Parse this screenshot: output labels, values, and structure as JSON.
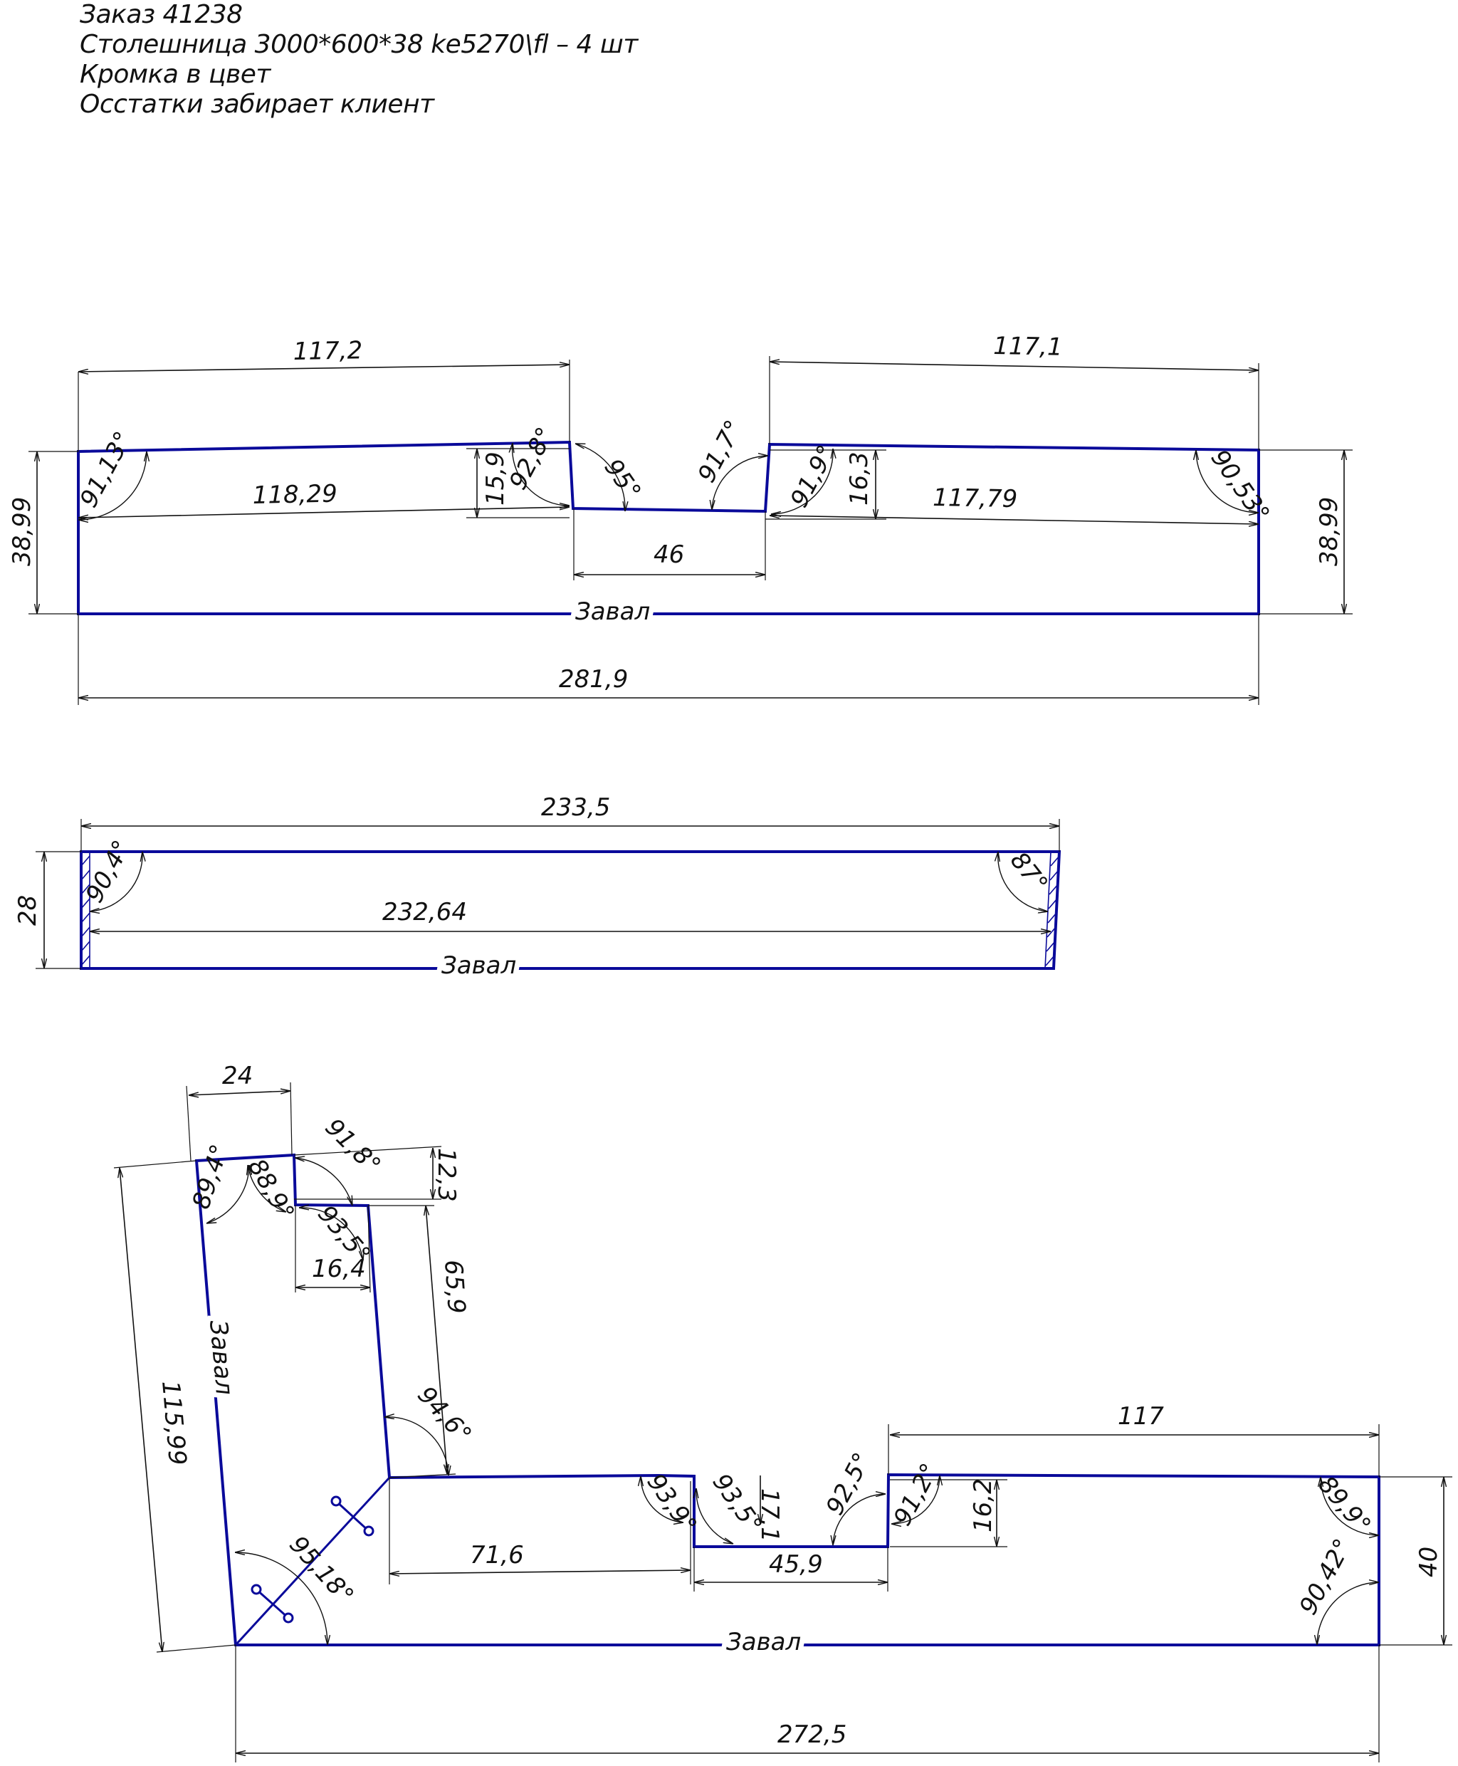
{
  "notes": [
    "Заказ 41238",
    "Столешница 3000*600*38 ke5270\\fl – 4 шт",
    "Кромка в цвет",
    "Осстатки забирает клиент"
  ],
  "edge_label": "Завал",
  "part1": {
    "dim_top_left": "117,2",
    "dim_top_right": "117,1",
    "dim_inner_left": "118,29",
    "dim_inner_right": "117,79",
    "dim_step_left": "15,9",
    "dim_step_right": "16,3",
    "dim_notch": "46",
    "dim_height_left": "38,99",
    "dim_height_right": "38,99",
    "dim_total": "281,9",
    "ang_left": "91,13°",
    "ang_step_left": "92,8°",
    "ang_notch_left": "95°",
    "ang_notch_right": "91,7°",
    "ang_step_right": "91,9°",
    "ang_right": "90,53°"
  },
  "part2": {
    "dim_total": "233,5",
    "dim_inner": "232,64",
    "dim_height": "28",
    "ang_left": "90,4°",
    "ang_right": "87°"
  },
  "part3": {
    "dim_top": "24",
    "dim_leg_length": "115,99",
    "dim_step": "12,3",
    "dim_inner_leg": "65,9",
    "dim_inner_width": "16,4",
    "dim_run_left": "71,6",
    "dim_notch": "45,9",
    "dim_notch_depth_left": "17,1",
    "dim_notch_depth_right": "16,2",
    "dim_top_right": "117",
    "dim_height": "40",
    "dim_total": "272,5",
    "ang_corner_a": "89,4°",
    "ang_corner_b": "88,9°",
    "ang_top_step": "91,8°",
    "ang_inner_top": "93,5°",
    "ang_inner_elbow": "94,6°",
    "ang_joint": "95,18°",
    "ang_notch_1": "93,9°",
    "ang_notch_2": "93,5°",
    "ang_notch_3": "92,5°",
    "ang_notch_4": "91,2°",
    "ang_right_top": "89,9°",
    "ang_right_bottom": "90,42°"
  }
}
